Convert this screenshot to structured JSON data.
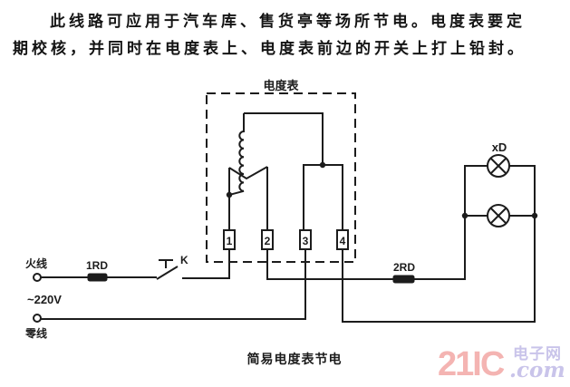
{
  "document": {
    "intro_line1": "此线路可应用于汽车库、售货亭等场所节电。电度表要定",
    "intro_line2": "期校核，并同时在电度表上、电度表前边的开关上打上铅封。",
    "caption": "简易电度表节电"
  },
  "circuit": {
    "line_color": "#1c1c1c",
    "meter_label": "电度表",
    "terminal_numbers": [
      "1",
      "2",
      "3",
      "4"
    ],
    "live_wire_label": "火线",
    "neutral_wire_label": "零线",
    "voltage_label": "~220V",
    "fuse1_label": "1RD",
    "fuse2_label": "2RD",
    "switch_label": "K",
    "lamp_group_label": "xD"
  },
  "watermark": {
    "brand": "21IC",
    "cn_text": "电子网",
    "com_text": ".com",
    "brand_color": "#f4b4b2",
    "accent_color": "#c9c4ea"
  }
}
